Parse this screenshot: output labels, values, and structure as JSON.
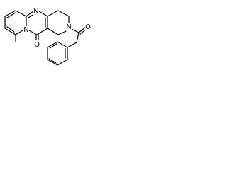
{
  "diagram": {
    "type": "chemical-structure",
    "atom_labels": {
      "n_top": "N",
      "n_ring": "N",
      "n_amide": "N",
      "o_ketone": "O",
      "o_carbonyl": "O"
    },
    "colors": {
      "background": "#ffffff",
      "bond": "#000000",
      "label": "#000000"
    }
  }
}
